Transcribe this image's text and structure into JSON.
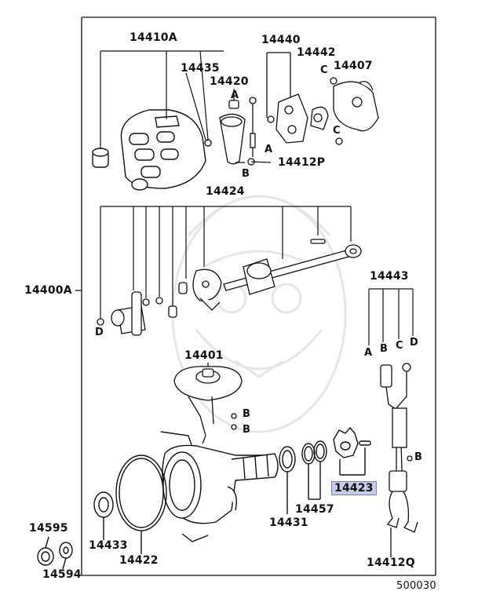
{
  "diagram": {
    "figure_code": "500030",
    "highlighted_part": "14423",
    "parts": {
      "p14410A": "14410A",
      "p14435": "14435",
      "p14420": "14420",
      "p14440": "14440",
      "p14442": "14442",
      "p14407": "14407",
      "p14412P": "14412P",
      "p14424": "14424",
      "p14400A": "14400A",
      "p14443": "14443",
      "p14401": "14401",
      "p14423": "14423",
      "p14431": "14431",
      "p14457": "14457",
      "p14433": "14433",
      "p14422": "14422",
      "p14595": "14595",
      "p14594": "14594",
      "p14412Q": "14412Q"
    },
    "callouts": {
      "A": "A",
      "B": "B",
      "C": "C",
      "D": "D"
    }
  }
}
